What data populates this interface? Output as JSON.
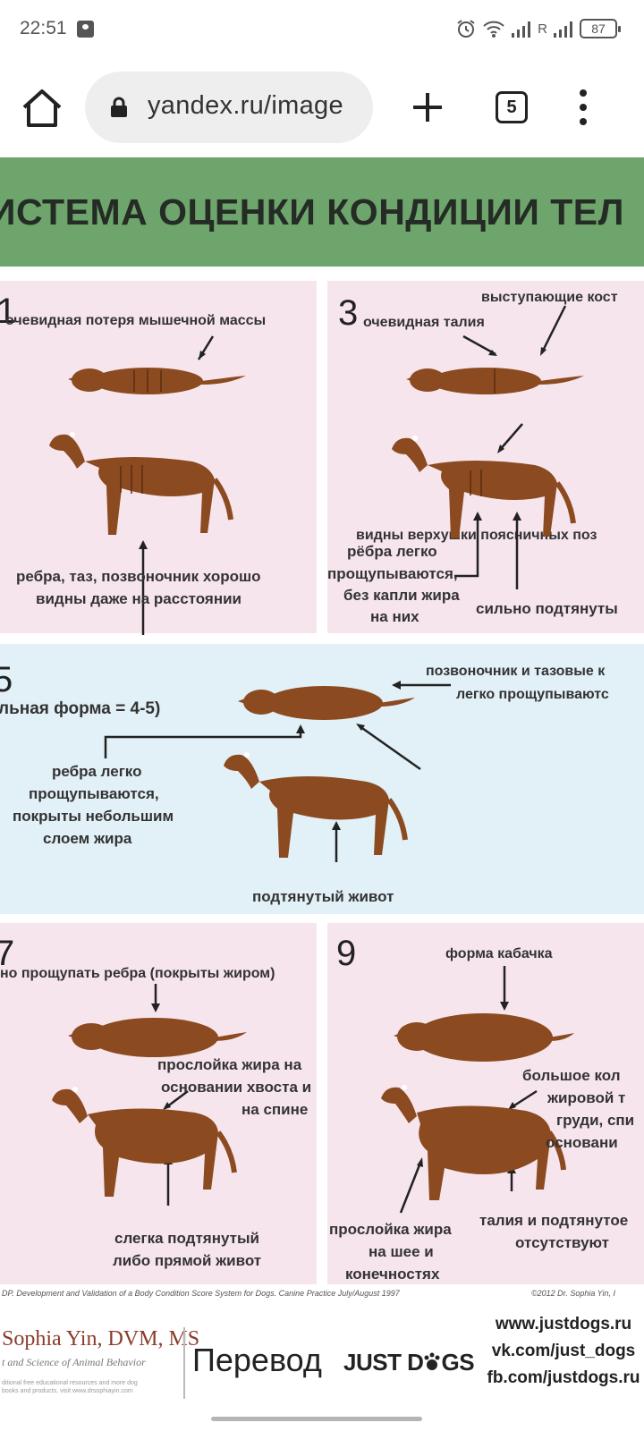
{
  "status_bar": {
    "time": "22:51",
    "signal_label": "R",
    "battery": "87"
  },
  "browser": {
    "url": "yandex.ru/image",
    "tab_count": "5"
  },
  "infographic": {
    "title": "ИСТЕМА ОЦЕНКИ КОНДИЦИИ ТЕЛ",
    "panel_1": {
      "number": "1",
      "label_top": "очевидная потеря мышечной массы",
      "label_bottom_1": "ребра, таз, позвоночник хорошо",
      "label_bottom_2": "видны даже на расстоянии"
    },
    "panel_3": {
      "number": "3",
      "label_bones": "выступающие кост",
      "label_waist": "очевидная талия",
      "label_vertebrae": "видны верхушки поясничных поз",
      "label_ribs_1": "рёбра легко",
      "label_ribs_2": "прощупываются,",
      "label_ribs_3": "без капли жира",
      "label_ribs_4": "на них",
      "label_belly": "сильно подтянуты"
    },
    "panel_5": {
      "number": "5",
      "label_ideal": "льная форма = 4-5)",
      "label_spine_1": "позвоночник и тазовые к",
      "label_spine_2": "легко прощупываютс",
      "label_ribs_1": "ребра легко",
      "label_ribs_2": "прощупываются,",
      "label_ribs_3": "покрыты небольшим",
      "label_ribs_4": "слоем жира",
      "label_belly": "подтянутый живот"
    },
    "panel_7": {
      "number": "7",
      "label_top": "но прощупать ребра (покрыты жиром)",
      "label_fat_1": "прослойка жира на",
      "label_fat_2": "основании хвоста и",
      "label_fat_3": "на спине",
      "label_belly_1": "слегка подтянутый",
      "label_belly_2": "либо прямой живот"
    },
    "panel_9": {
      "number": "9",
      "label_top": "форма кабачка",
      "label_fat_1": "большое кол",
      "label_fat_2": "жировой т",
      "label_fat_3": "груди, спи",
      "label_fat_4": "основани",
      "label_neck_1": "прослойка жира",
      "label_neck_2": "на шее и",
      "label_neck_3": "конечностях",
      "label_waist_1": "талия и подтянутое",
      "label_waist_2": "отсутствуют"
    },
    "reference_left": "DP. Development and Validation of a Body Condition Score System for Dogs. Canine Practice July/August 1997",
    "reference_right": "©2012 Dr. Sophia Yin, I",
    "footer": {
      "author_name": "Sophia Yin, DVM, MS",
      "author_sub": "t and Science of Animal Behavior",
      "author_fine_1": "ditional free educational resources and more dog",
      "author_fine_2": "books and products, visit www.drsophiayin.com",
      "translation_label": "Перевод",
      "logo_text": "JUST D",
      "logo_text_2": "GS",
      "link_1": "www.justdogs.ru",
      "link_2": "vk.com/just_dogs",
      "link_3": "fb.com/justdogs.ru"
    }
  },
  "colors": {
    "title_band": "#6da56d",
    "pink_panel": "#f7e5ee",
    "blue_panel": "#e2f0f7",
    "dog_body": "#8b4a1f"
  }
}
